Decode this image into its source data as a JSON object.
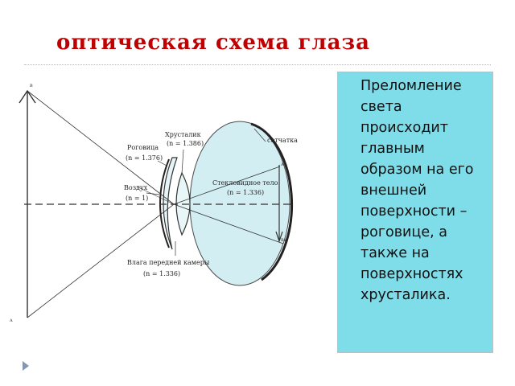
{
  "slide": {
    "title": "оптическая схема глаза",
    "description": "Преломление света происходит главным образом на его внешней поверхности – роговице, а также на поверхностях хрусталика."
  },
  "diagram": {
    "labels": {
      "lens": "Хрусталик",
      "lens_n": "(n = 1.386)",
      "cornea": "Роговица",
      "cornea_n": "(n = 1.376)",
      "air": "Воздух",
      "air_n": "(n = 1)",
      "vitreous": "Стекловидное тело",
      "vitreous_n": "(n = 1.336)",
      "retina": "сетчатка",
      "chamber": "Влага передней камеры",
      "chamber_n": "(n = 1.336)"
    },
    "points": {
      "object_top": "B",
      "object_bottom": "A",
      "image_top": "A1",
      "image_bottom": "B1"
    }
  },
  "colors": {
    "title": "#c00000",
    "note_fill": "#7fdde9",
    "eye_fill": "#d3eef2",
    "bullet": "#8497b0"
  }
}
